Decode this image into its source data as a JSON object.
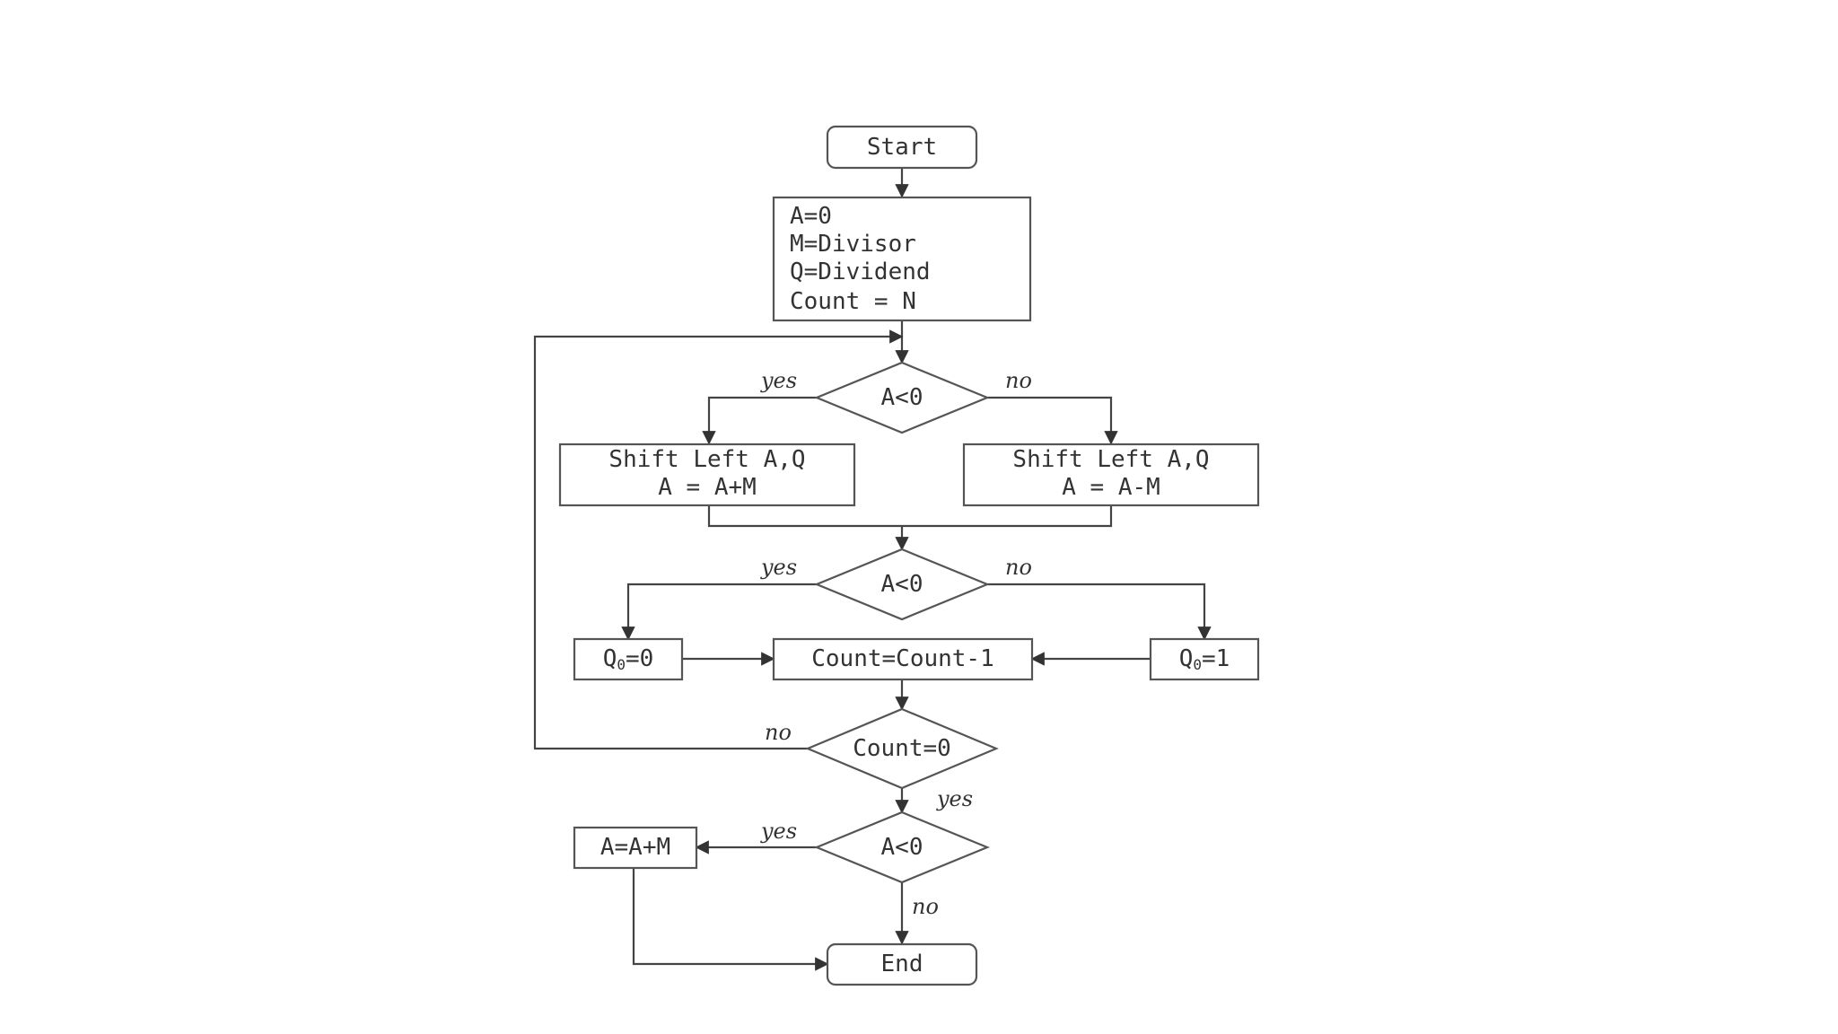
{
  "nodes": {
    "start": "Start",
    "init": [
      "A=0",
      "M=Divisor",
      "Q=Dividend",
      "Count = N"
    ],
    "cond1": "A<0",
    "shift_add": [
      "Shift Left A,Q",
      "A = A+M"
    ],
    "shift_sub": [
      "Shift Left A,Q",
      "A = A-M"
    ],
    "cond2": "A<0",
    "q0_zero": {
      "base": "Q",
      "sub": "0",
      "rest": "=0"
    },
    "count_dec": "Count=Count-1",
    "q0_one": {
      "base": "Q",
      "sub": "0",
      "rest": "=1"
    },
    "count_check": "Count=0",
    "cond3": "A<0",
    "restore": "A=A+M",
    "end": "End"
  },
  "labels": {
    "yes": "yes",
    "no": "no"
  }
}
